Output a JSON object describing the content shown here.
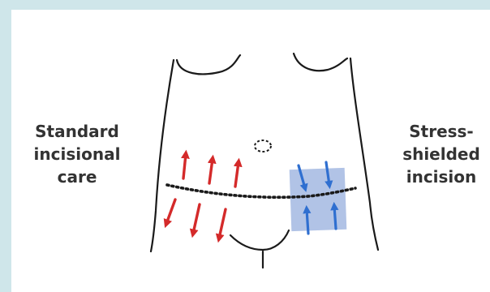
{
  "left_label": {
    "line1": "Standard",
    "line2": "incisional",
    "line3": "care"
  },
  "right_label": {
    "line1": "Stress-",
    "line2": "shielded",
    "line3": "incision"
  },
  "colors": {
    "background_frame": "#cfe6ea",
    "outline": "#1a1a1a",
    "tension_arrows": "#d42a2a",
    "shield_fill": "#a9bde3",
    "shield_arrows": "#2f6fd0",
    "incision": "#1a1a1a"
  },
  "icons": {
    "torso": "torso-outline",
    "navel": "navel-dashed-ellipse",
    "incision": "dotted-incision-line",
    "tension": "red-outward-arrows",
    "shield": "blue-inward-arrows-on-square"
  }
}
